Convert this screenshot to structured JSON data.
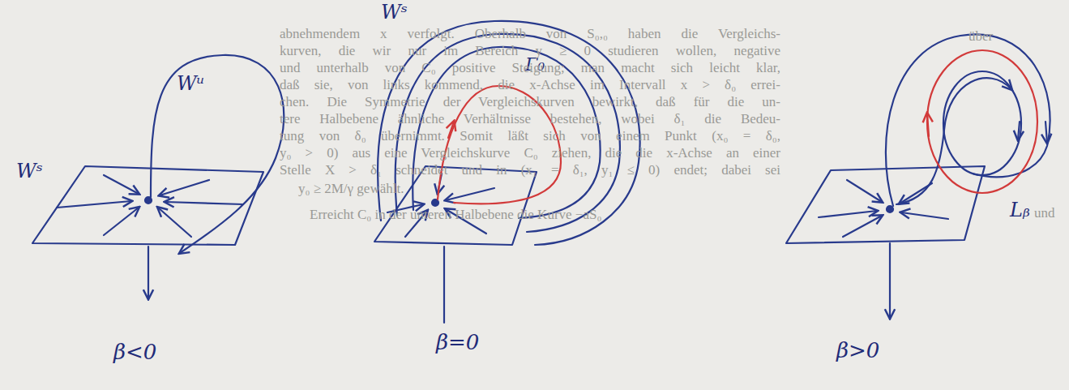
{
  "diagram": {
    "labels": [
      "Wᵘ",
      "Wˢ",
      "β<0",
      "Wˢ",
      "Γ₀",
      "β=0",
      "Lᵦ",
      "β>0",
      "abnehmendem x verfolgt. Oberhalb von S₀,₀ haben die Vergleichs-",
      "über",
      "kurven, die wir nur im Bereich y ≥ 0 studieren wollen, negative",
      "und unterhalb von C₀ positive Steigung; man macht sich leicht klar,",
      "daß sie, von links kommend, die x-Achse im Intervall x > δ₀ errei-",
      "chen. Die Symmetrie der Vergleichskurven bewirkt, daß für die un-",
      "tere Halbebene ähnliche Verhältnisse bestehen, wobei δ₁ die Bedeu-",
      "tung von δ₀ übernimmt. Somit läßt sich von einem Punkt (x₀ = δ₀,",
      "y₀ > 0) aus eine Vergleichskurve C₀ ziehen, die die x-Achse an einer",
      "Stelle X > δ₁ schneidet und in (x₁ = δ₁, y₁ ≤ 0) endet; dabei sei",
      "y₀ ≥ 2M/γ gewählt.",
      "Erreicht C₀ in der unteren Halbebene die Kurve −aS₀",
      "und"
    ]
  }
}
